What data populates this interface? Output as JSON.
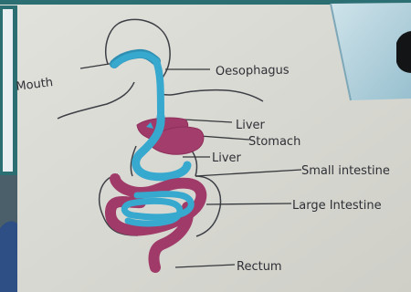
{
  "photo": {
    "labels": {
      "mouth": "Mouth",
      "oesophagus": "Oesophagus",
      "liver_upper": "Liver",
      "stomach": "Stomach",
      "liver_lower": "Liver",
      "small_intestine": "Small intestine",
      "large_intestine": "Large Intestine",
      "rectum": "Rectum"
    },
    "colors": {
      "paper": "#d7d7d2",
      "clay_blue": "#37a9cf",
      "clay_magenta": "#a03a69",
      "ink": "#2e3036",
      "frame_teal": "#2b6f73",
      "book_blue": "#b7d5df"
    }
  }
}
